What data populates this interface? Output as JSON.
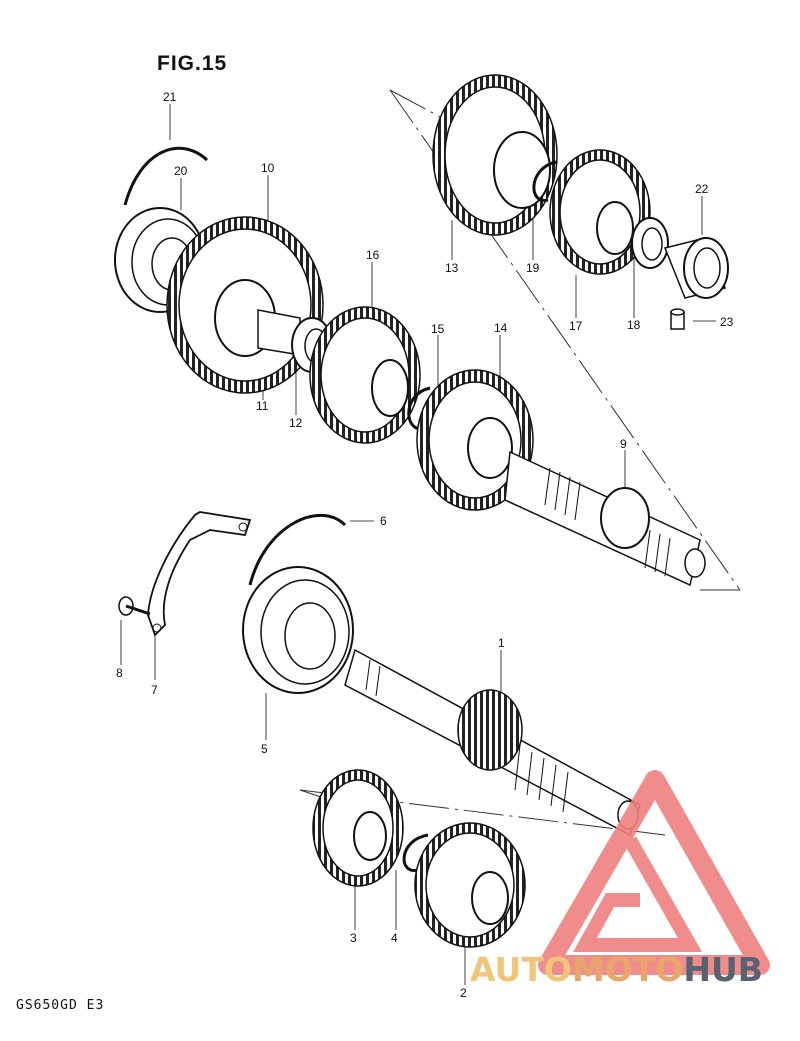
{
  "figure": {
    "title": "FIG.15",
    "footer": "GS650GD E3"
  },
  "part_numbers": [
    "1",
    "2",
    "3",
    "4",
    "5",
    "6",
    "7",
    "8",
    "9",
    "10",
    "11",
    "12",
    "13",
    "14",
    "15",
    "16",
    "17",
    "18",
    "19",
    "20",
    "21",
    "22",
    "23"
  ],
  "watermark": {
    "auto": "AUTO",
    "moto": "MOTO",
    "hub": "HUB",
    "colors": {
      "triangle": "#f08080",
      "auto": "#f2c47a",
      "moto": "#e8a66a",
      "hub": "#5a6272"
    }
  }
}
